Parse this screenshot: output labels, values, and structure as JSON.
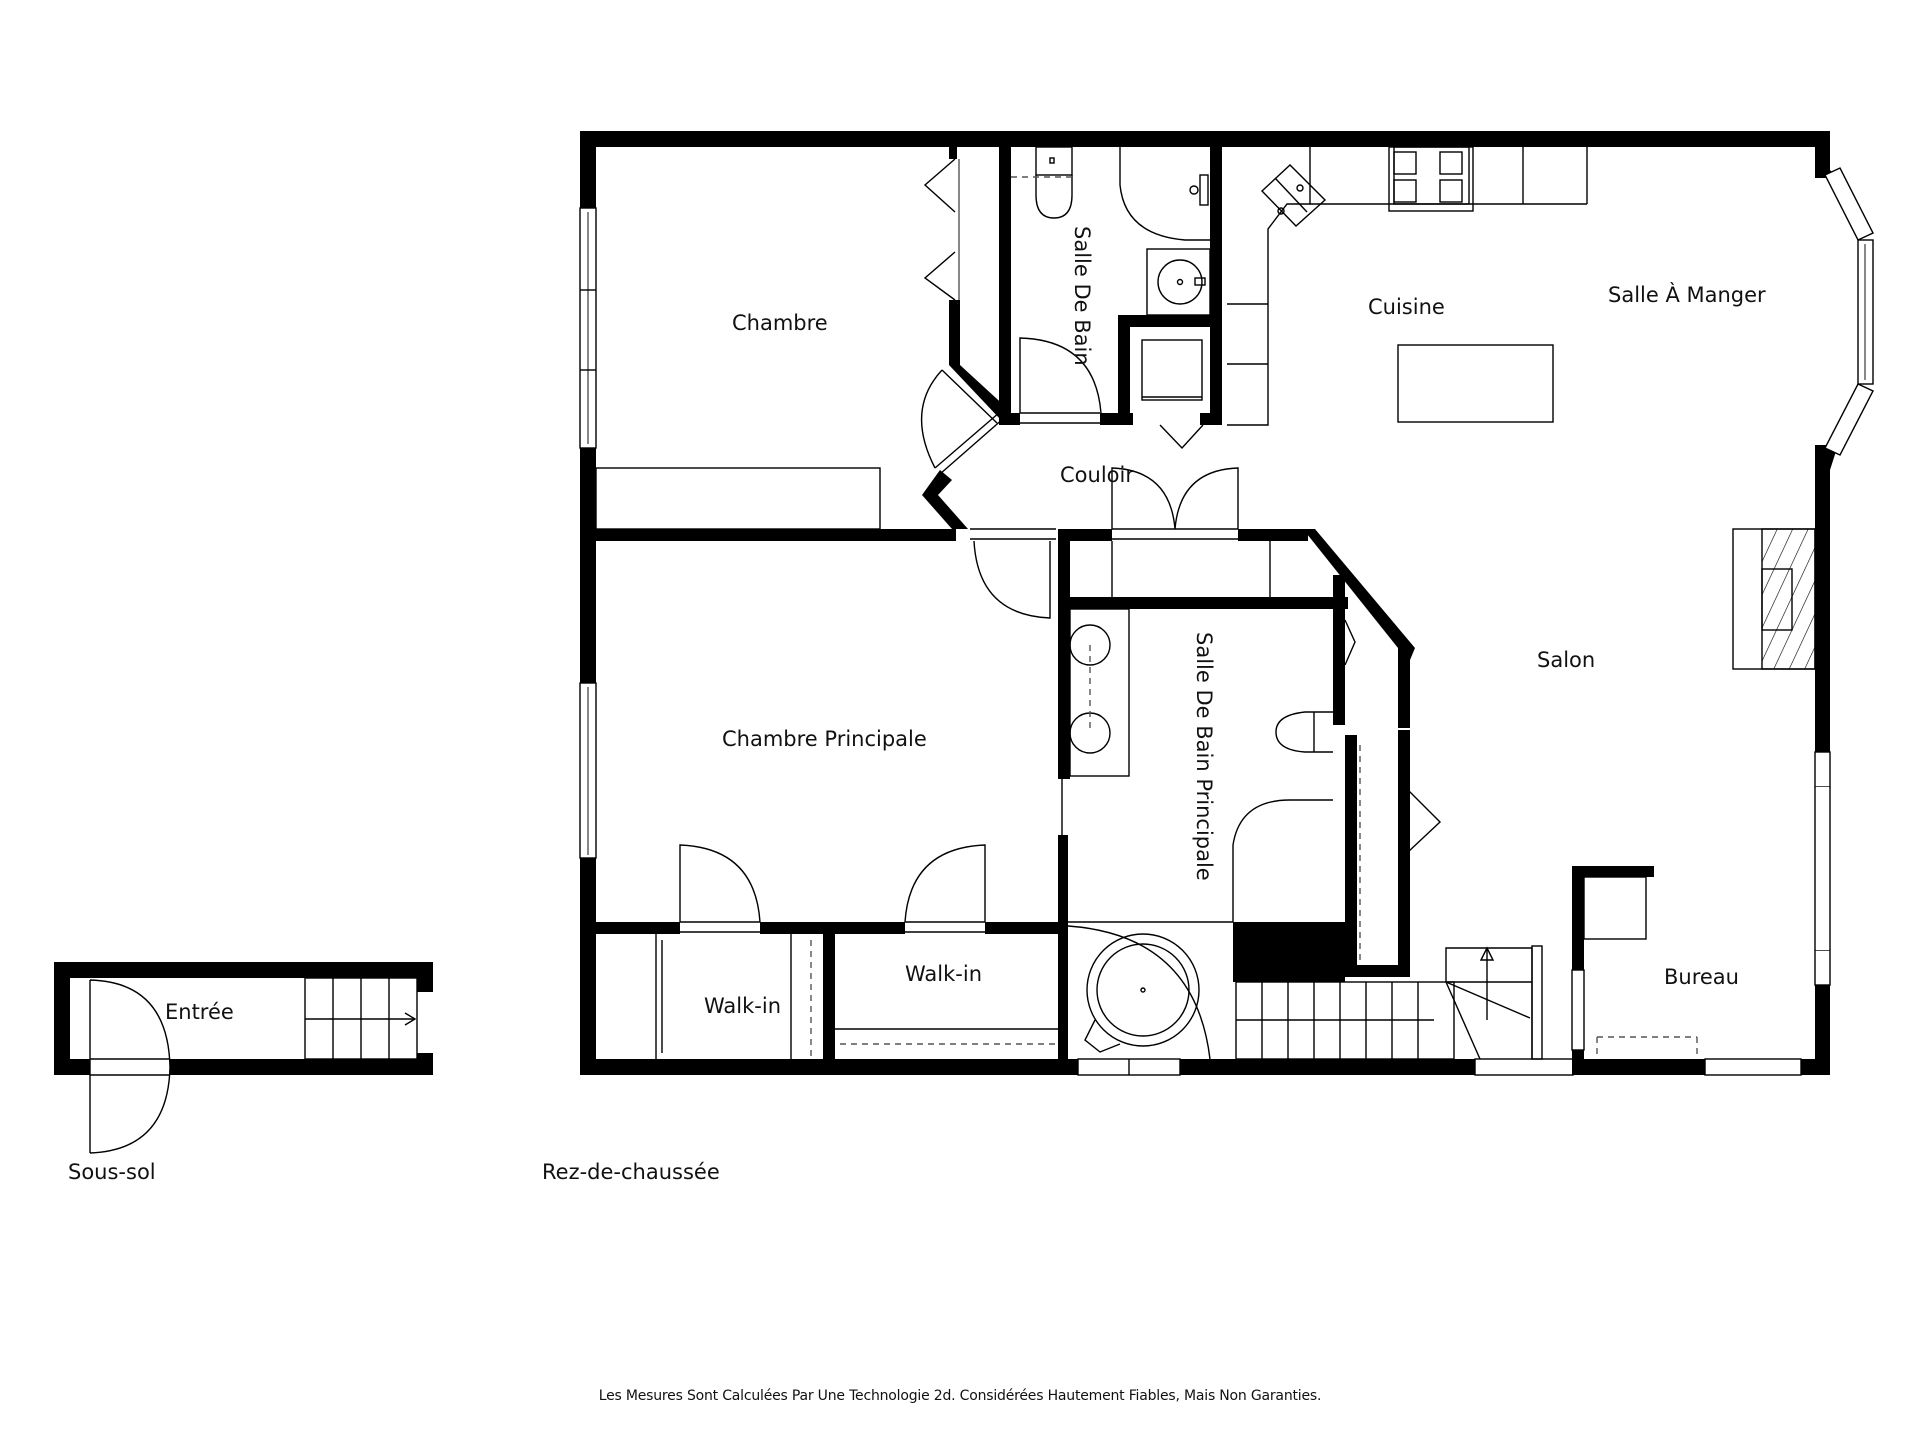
{
  "floor_labels": {
    "basement": "Sous-sol",
    "ground_floor": "Rez-de-chaussée"
  },
  "rooms": {
    "entree": "Entrée",
    "chambre": "Chambre",
    "salle_de_bain": "Salle De Bain",
    "cuisine": "Cuisine",
    "salle_a_manger": "Salle À Manger",
    "couloir": "Couloir",
    "chambre_principale": "Chambre Principale",
    "salle_de_bain_principale": "Salle De Bain Principale",
    "salon": "Salon",
    "walk_in_1": "Walk-in",
    "walk_in_2": "Walk-in",
    "bureau": "Bureau"
  },
  "footer": {
    "disclaimer": "Les Mesures Sont Calculées Par Une Technologie 2d. Considérées Hautement Fiables, Mais Non Garanties."
  },
  "colors": {
    "wall": "#000000",
    "background": "#ffffff",
    "fixture_line": "#000000"
  }
}
